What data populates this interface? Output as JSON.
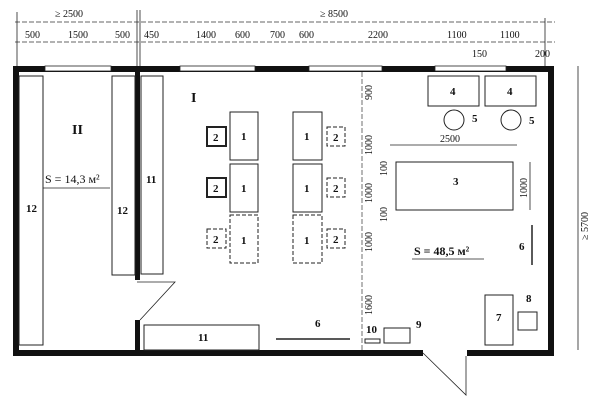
{
  "title_dims": {
    "left_total": "≥ 2500",
    "right_total": "≥ 8500"
  },
  "top_dims": [
    "500",
    "1500",
    "500",
    "450",
    "1400",
    "600",
    "700",
    "600",
    "2200",
    "1100",
    "1100"
  ],
  "small_dims": {
    "a": "150",
    "b": "200"
  },
  "right_dim": "≥ 5700",
  "vertical_dims": [
    "900",
    "1000",
    "100",
    "1000",
    "100",
    "1000",
    "1600"
  ],
  "rooms": {
    "room1": {
      "numeral": "I",
      "area": "S = 48,5 м²"
    },
    "room2": {
      "numeral": "II",
      "area": "S = 14,3 м²"
    }
  },
  "dim_2500": "2500",
  "dim_1000": "1000",
  "labels": {
    "table": "1",
    "chair": "2",
    "big_table": "3",
    "cabinet": "4",
    "circle": "5",
    "rail": "6",
    "box7": "7",
    "box8": "8",
    "sink": "9",
    "item10": "10",
    "shelf": "11",
    "rack": "12"
  }
}
